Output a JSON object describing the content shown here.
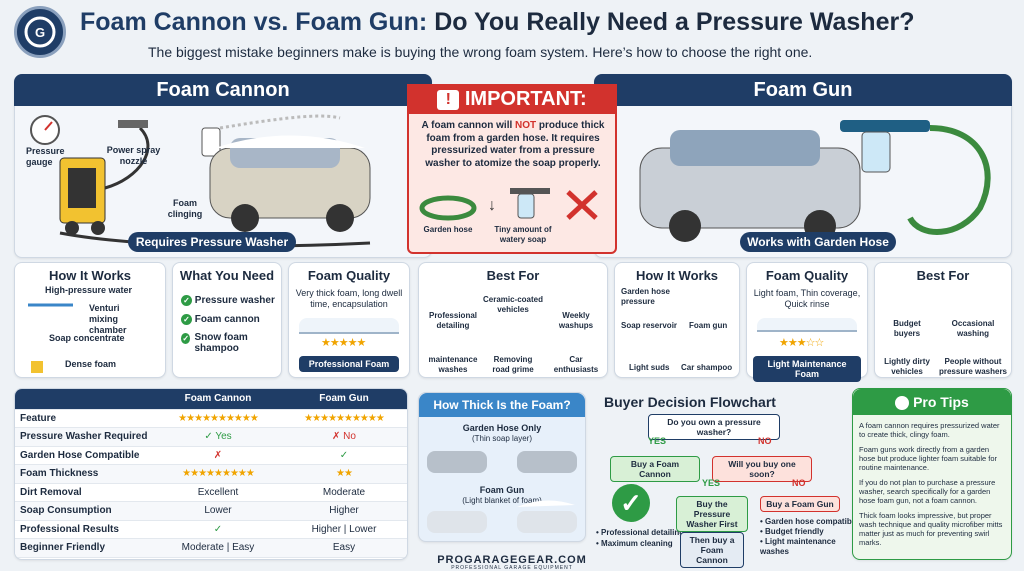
{
  "header": {
    "title_a": "Foam Cannon vs. Foam Gun:",
    "title_b": " Do You Really Need a Pressure Washer?",
    "subtitle": "The biggest mistake beginners make is buying the wrong foam system. Here’s how to choose the right one."
  },
  "left": {
    "title": "Foam Cannon",
    "pressure_gauge": "Pressure gauge",
    "spray_nozzle": "Power spray nozzle",
    "foam_clinging": "Foam clinging",
    "badge": "Requires Pressure Washer"
  },
  "right": {
    "title": "Foam Gun",
    "badge": "Works with Garden Hose"
  },
  "important": {
    "title": "IMPORTANT:",
    "text_a": "A foam cannon will ",
    "text_not": "NOT",
    "text_b": " produce thick foam from a garden hose. It requires pressurized water from a pressure washer to atomize the soap properly.",
    "hose": "Garden hose",
    "soap": "Tiny amount of watery soap"
  },
  "fc_how": {
    "title": "How It Works",
    "l1": "High-pressure water",
    "l2": "Venturi mixing chamber",
    "l3": "Soap concentrate",
    "l4": "Dense foam"
  },
  "fc_need": {
    "title": "What You Need",
    "items": [
      "Pressure washer",
      "Foam cannon",
      "Snow foam shampoo"
    ]
  },
  "fc_quality": {
    "title": "Foam Quality",
    "desc": "Very thick foam, long dwell time, encapsulation",
    "badge": "Professional Foam",
    "stars": "★★★★★"
  },
  "fc_best": {
    "title": "Best For",
    "items": [
      "Professional detailing",
      "Ceramic-coated vehicles",
      "Weekly washups",
      "maintenance washes",
      "Removing road grime",
      "Car enthusiasts"
    ]
  },
  "fg_how": {
    "title": "How It Works",
    "l1": "Garden hose pressure",
    "l2": "Soap reservoir",
    "l3": "Foam gun",
    "l4": "Light suds",
    "l5": "Car shampoo"
  },
  "fg_quality": {
    "title": "Foam Quality",
    "desc": "Light foam, Thin coverage, Quick rinse",
    "badge": "Light Maintenance Foam",
    "stars": "★★★☆☆"
  },
  "fg_best": {
    "title": "Best For",
    "items": [
      "Budget buyers",
      "Occasional washing",
      "Lightly dirty vehicles",
      "People without pressure washers"
    ]
  },
  "table": {
    "headers": [
      "",
      "Foam Cannon",
      "Foam Gun"
    ],
    "rows": [
      [
        "Feature",
        "★★★★★★★★★★",
        "★★★★★★★★★★"
      ],
      [
        "Pressure Washer Required",
        "✓ Yes",
        "✗ No"
      ],
      [
        "Garden Hose Compatible",
        "✗",
        "✓"
      ],
      [
        "Foam Thickness",
        "★★★★★★★★★",
        "★★"
      ],
      [
        "Dirt Removal",
        "Excellent",
        "Moderate"
      ],
      [
        "Soap Consumption",
        "Lower",
        "Higher"
      ],
      [
        "Professional Results",
        "✓",
        "Higher | Lower"
      ],
      [
        "Beginner Friendly",
        "Moderate | Easy",
        "Easy"
      ]
    ]
  },
  "thick": {
    "title": "How Thick Is the Foam?",
    "a": "Garden Hose Only",
    "a_sub": "(Thin soap layer)",
    "b": "Foam Gun",
    "b_sub": "(Light blanket of foam)"
  },
  "flow": {
    "title": "Buyer Decision Flowchart",
    "q1": "Do you own a pressure washer?",
    "yes": "YES",
    "no": "NO",
    "buy_cannon": "Buy a Foam Cannon",
    "q2": "Will you buy one soon?",
    "buy_pw": "Buy the Pressure Washer First",
    "buy_gun": "Buy a Foam Gun",
    "then": "Then buy a Foam Cannon",
    "pro1": "• Professional detailing",
    "pro2": "• Maximum cleaning",
    "g1": "• Garden hose compatible",
    "g2": "• Budget friendly",
    "g3": "• Light maintenance washes"
  },
  "tips": {
    "title": "Pro Tips",
    "items": [
      "A foam cannon requires pressurized water to create thick, clingy foam.",
      "Foam guns work directly from a garden hose but produce lighter foam suitable for routine maintenance.",
      "If you do not plan to purchase a pressure washer, search specifically for a garden hose foam gun, not a foam cannon.",
      "Thick foam looks impressive, but proper wash technique and quality microfiber mitts matter just as much for preventing swirl marks."
    ]
  },
  "footer": {
    "brand": "PROGARAGEGEAR.COM",
    "sub": "PROFESSIONAL GARAGE EQUIPMENT"
  },
  "colors": {
    "navy": "#1f3d66",
    "red": "#d2322d",
    "green": "#2e9b45",
    "gold": "#f0a400"
  }
}
